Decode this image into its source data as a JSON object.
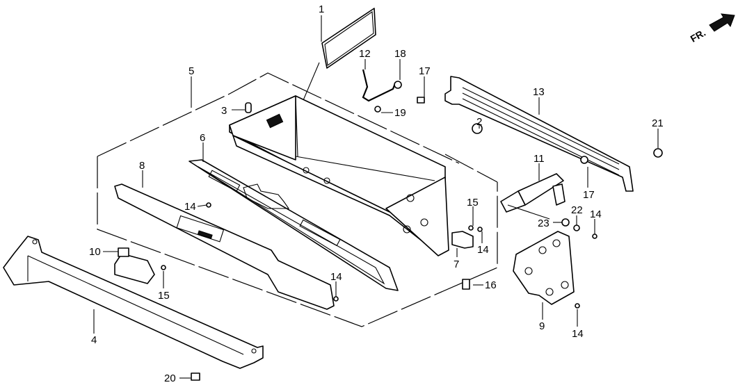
{
  "diagram": {
    "title": "Glove box assembly - exploded parts view",
    "direction_indicator": {
      "label": "FR.",
      "icon": "front-arrow-icon"
    },
    "callouts": [
      {
        "id": "c1",
        "label": "1"
      },
      {
        "id": "c2",
        "label": "2"
      },
      {
        "id": "c3",
        "label": "3"
      },
      {
        "id": "c4",
        "label": "4"
      },
      {
        "id": "c5",
        "label": "5"
      },
      {
        "id": "c6",
        "label": "6"
      },
      {
        "id": "c7",
        "label": "7"
      },
      {
        "id": "c8",
        "label": "8"
      },
      {
        "id": "c9",
        "label": "9"
      },
      {
        "id": "c10",
        "label": "10"
      },
      {
        "id": "c11",
        "label": "11"
      },
      {
        "id": "c12",
        "label": "12"
      },
      {
        "id": "c13",
        "label": "13"
      },
      {
        "id": "c14a",
        "label": "14"
      },
      {
        "id": "c14b",
        "label": "14"
      },
      {
        "id": "c14c",
        "label": "14"
      },
      {
        "id": "c14d",
        "label": "14"
      },
      {
        "id": "c14e",
        "label": "14"
      },
      {
        "id": "c15a",
        "label": "15"
      },
      {
        "id": "c15b",
        "label": "15"
      },
      {
        "id": "c16",
        "label": "16"
      },
      {
        "id": "c17a",
        "label": "17"
      },
      {
        "id": "c17b",
        "label": "17"
      },
      {
        "id": "c18",
        "label": "18"
      },
      {
        "id": "c19",
        "label": "19"
      },
      {
        "id": "c20",
        "label": "20"
      },
      {
        "id": "c21",
        "label": "21"
      },
      {
        "id": "c22",
        "label": "22"
      },
      {
        "id": "c23",
        "label": "23"
      }
    ]
  }
}
